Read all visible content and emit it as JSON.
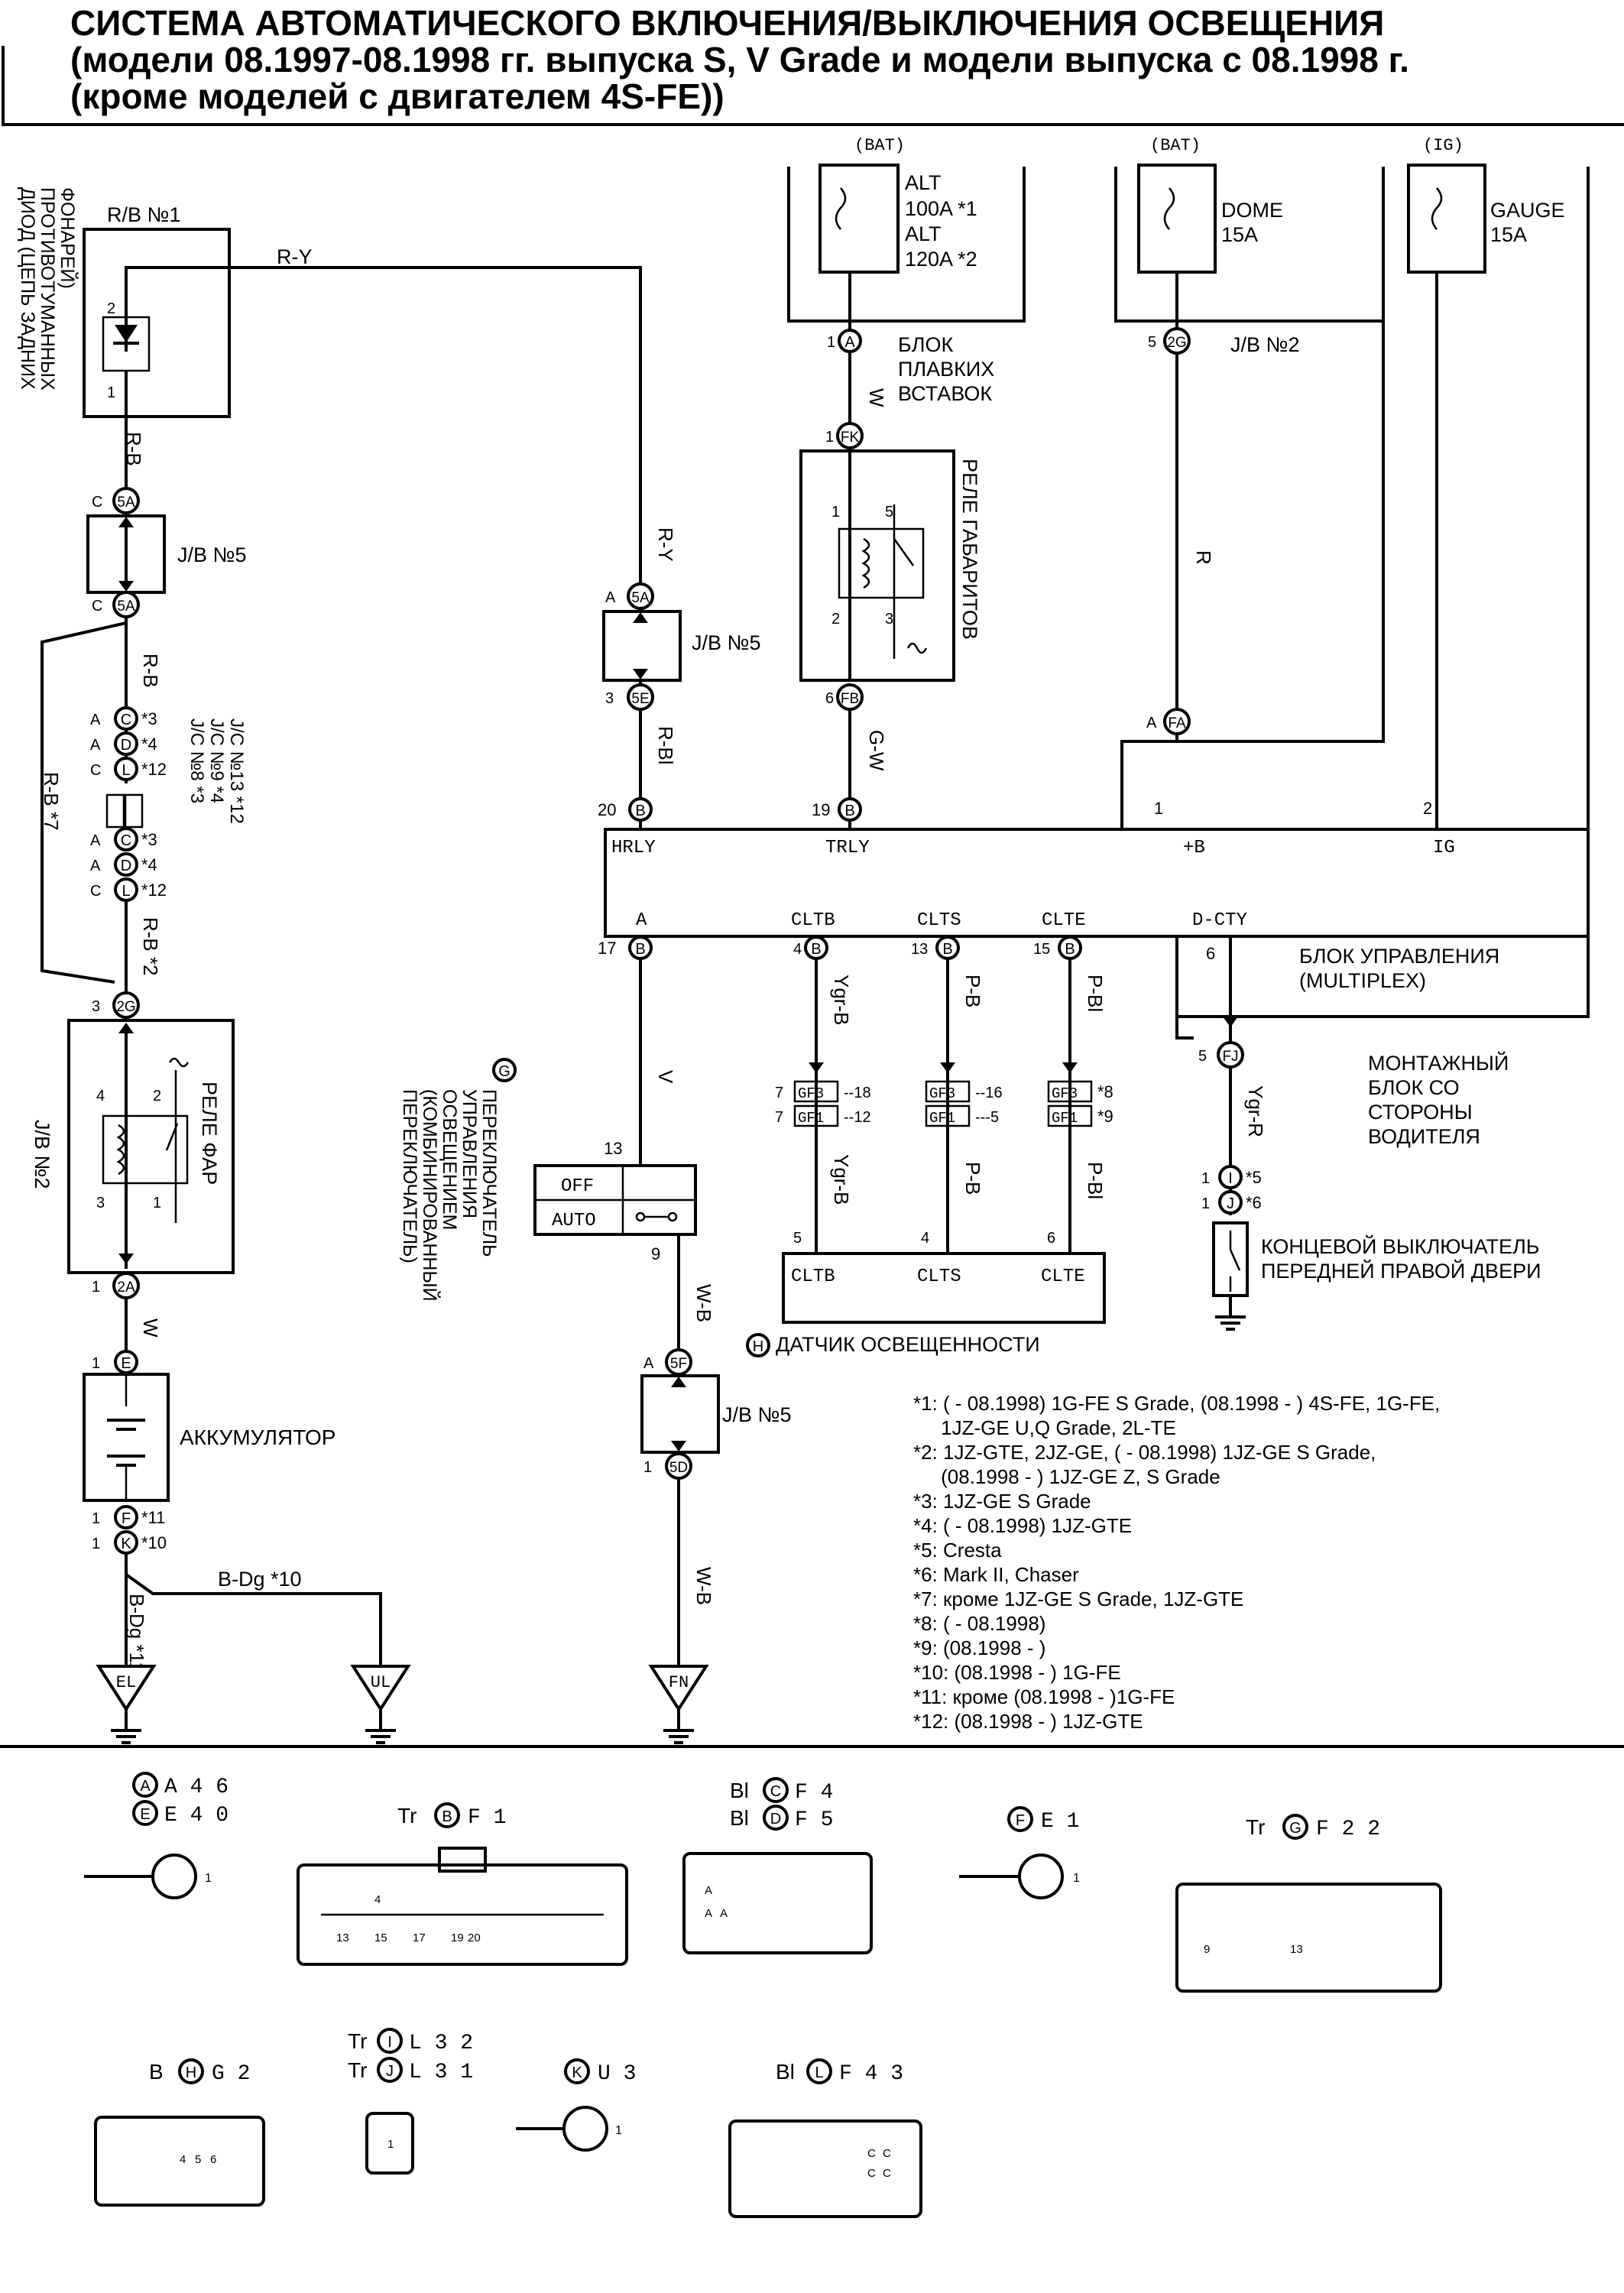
{
  "title": {
    "line1": "СИСТЕМА АВТОМАТИЧЕСКОГО ВКЛЮЧЕНИЯ/ВЫКЛЮЧЕНИЯ ОСВЕЩЕНИЯ",
    "line2": "(модели 08.1997-08.1998 гг. выпуска S, V Grade и модели выпуска с 08.1998 г.",
    "line3": "(кроме моделей с двигателем 4S-FE))"
  },
  "labels": {
    "bat": "(BAT)",
    "ig": "(IG)",
    "alt_fuse_1": "ALT",
    "alt_fuse_2": "100A *1",
    "alt_fuse_3": "ALT",
    "alt_fuse_4": "120A *2",
    "dome_fuse_1": "DOME",
    "dome_fuse_2": "15A",
    "gauge_fuse_1": "GAUGE",
    "gauge_fuse_2": "15A",
    "fusible_block_1": "БЛОК",
    "fusible_block_2": "ПЛАВКИХ",
    "fusible_block_3": "ВСТАВОК",
    "jb2": "J/B №2",
    "jb5": "J/B №5",
    "rb1": "R/B №1",
    "diode_1": "ДИОД (ЦЕПЬ ЗАДНИХ",
    "diode_2": "ПРОТИВОТУМАННЫХ",
    "diode_3": "ФОНАРЕЙ)",
    "tail_relay": "РЕЛЕ ГАБАРИТОВ",
    "head_relay": "РЕЛЕ ФАР",
    "jc_1": "J/C №8 *3",
    "jc_2": "J/C №9 *4",
    "jc_3": "J/C №13 *12",
    "ecu_1": "БЛОК УПРАВЛЕНИЯ",
    "ecu_2": "(MULTIPLEX)",
    "driver_jb_1": "МОНТАЖНЫЙ",
    "driver_jb_2": "БЛОК СО",
    "driver_jb_3": "СТОРОНЫ",
    "driver_jb_4": "ВОДИТЕЛЯ",
    "door_sw_1": "КОНЦЕВОЙ ВЫКЛЮЧАТЕЛЬ",
    "door_sw_2": "ПЕРЕДНЕЙ ПРАВОЙ ДВЕРИ",
    "light_sw_1": "ПЕРЕКЛЮЧАТЕЛЬ",
    "light_sw_2": "УПРАВЛЕНИЯ",
    "light_sw_3": "ОСВЕЩЕНИЕМ",
    "light_sw_4": "(КОМБИНИРОВАННЫЙ",
    "light_sw_5": "ПЕРЕКЛЮЧАТЕЛЬ)",
    "light_sensor": "ДАТЧИК ОСВЕЩЕННОСТИ",
    "battery": "АККУМУЛЯТОР",
    "sw_off": "OFF",
    "sw_auto": "AUTO"
  },
  "ecu_pins": [
    "HRLY",
    "TRLY",
    "+B",
    "IG",
    "A",
    "CLTB",
    "CLTS",
    "CLTE",
    "D-CTY"
  ],
  "sensor_pins": [
    "CLTB",
    "CLTS",
    "CLTE"
  ],
  "wires": {
    "ry": "R-Y",
    "rb": "R-B",
    "rb7": "R-B *7",
    "rb2": "R-B *2",
    "rbl": "R-Bl",
    "w": "W",
    "gw": "G-W",
    "r": "R",
    "v": "V",
    "wb": "W-B",
    "ygrb": "Ygr-B",
    "pb": "P-B",
    "pbl": "P-Bl",
    "ygrr": "Ygr-R",
    "bdg10": "B-Dg *10",
    "bdg11": "B-Dg *11"
  },
  "grounds": [
    "EL",
    "UL",
    "FN"
  ],
  "notes": [
    "*1: ( - 08.1998) 1G-FE S Grade, (08.1998 - ) 4S-FE, 1G-FE,",
    "     1JZ-GE U,Q Grade, 2L-TE",
    "*2: 1JZ-GTE, 2JZ-GE, ( - 08.1998) 1JZ-GE S Grade,",
    "     (08.1998 - ) 1JZ-GE Z, S Grade",
    "*3: 1JZ-GE S Grade",
    "*4: ( - 08.1998) 1JZ-GTE",
    "*5: Cresta",
    "*6: Mark II, Chaser",
    "*7: кроме 1JZ-GE S Grade, 1JZ-GTE",
    "*8: ( - 08.1998)",
    "*9: (08.1998 - )",
    "*10: (08.1998 - ) 1G-FE",
    "*11: кроме (08.1998 - )1G-FE",
    "*12: (08.1998 - ) 1JZ-GTE"
  ],
  "connectors": {
    "a": "A 4 6",
    "e": "E 4 0",
    "b": "F 1",
    "b_color": "Tr",
    "c": "F 4",
    "d": "F 5",
    "cd_color": "Bl",
    "f": "E 1",
    "g": "F 2 2",
    "g_color": "Tr",
    "h": "G 2",
    "h_color": "B",
    "i": "L 3 2",
    "j": "L 3 1",
    "ij_color": "Tr",
    "k": "U 3",
    "l": "F 4 3",
    "l_color": "Bl"
  }
}
